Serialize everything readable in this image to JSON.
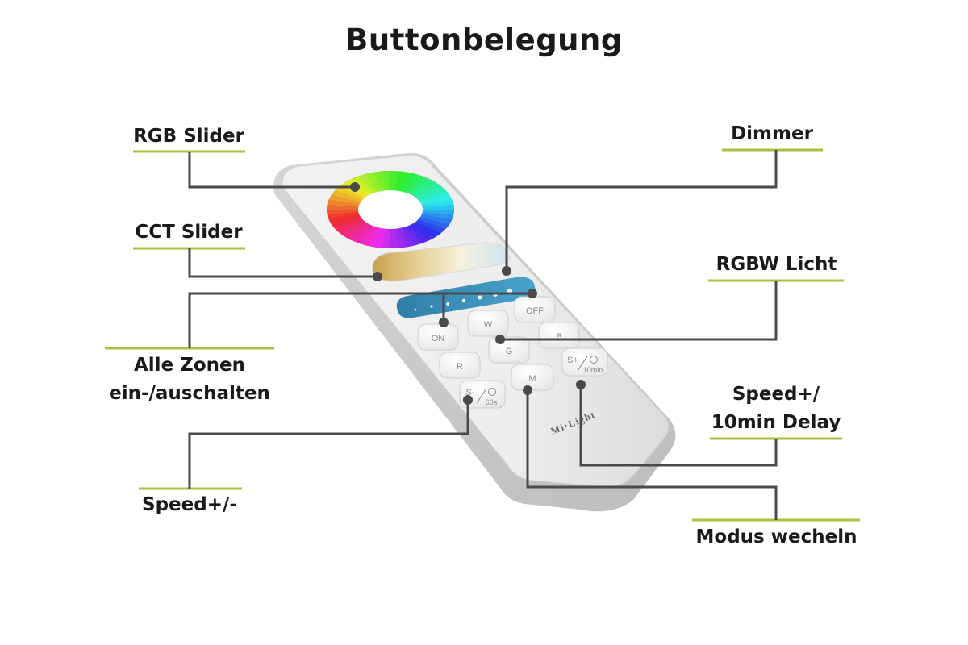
{
  "title": "Buttonbelegung",
  "labels": {
    "rgb_slider": "RGB Slider",
    "cct_slider": "CCT Slider",
    "all_zones": [
      "Alle Zonen",
      "ein-/auschalten"
    ],
    "speed_pm": "Speed+/-",
    "dimmer": "Dimmer",
    "rgbw_light": "RGBW Licht",
    "speed_delay": [
      "Speed+/",
      "10min Delay"
    ],
    "mode_change": "Modus wecheln"
  },
  "remote": {
    "brand": "Mi·Light",
    "keys": {
      "on": "ON",
      "w": "W",
      "off": "OFF",
      "b": "B",
      "g": "G",
      "r": "R",
      "m": "M",
      "s_minus": "S-",
      "s_plus": "S+",
      "timer_60": "60s",
      "timer_10": "10min"
    }
  },
  "colors": {
    "accent_underline": "#a9c13c",
    "leader_line": "#4a4a4a"
  },
  "icons": [
    "color-wheel-icon",
    "white-temperature-slider-icon",
    "brightness-slider-icon",
    "clock-icon"
  ]
}
